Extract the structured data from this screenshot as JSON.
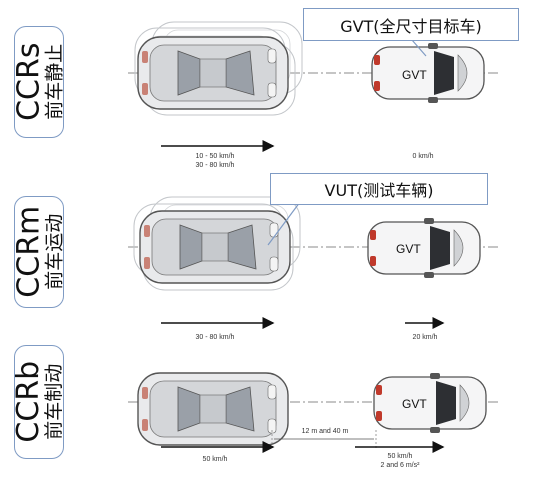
{
  "scenarios": [
    {
      "code": "CCRs",
      "desc": "前车静止",
      "vut_speed": [
        "10 - 50 km/h",
        "30 - 80 km/h"
      ],
      "target_speed": [
        "0 km/h"
      ]
    },
    {
      "code": "CCRm",
      "desc": "前车运动",
      "vut_speed": [
        "30 - 80 km/h"
      ],
      "target_speed": [
        "20 km/h"
      ]
    },
    {
      "code": "CCRb",
      "desc": "前车制动",
      "vut_speed": [
        "50 km/h"
      ],
      "gap": "12 m and 40 m",
      "target_speed": [
        "50 km/h",
        "2 and 6 m/s²"
      ]
    }
  ],
  "callouts": {
    "target": "GVT(全尺寸目标车)",
    "vut": "VUT(测试车辆)"
  },
  "gvt_label": "GVT"
}
